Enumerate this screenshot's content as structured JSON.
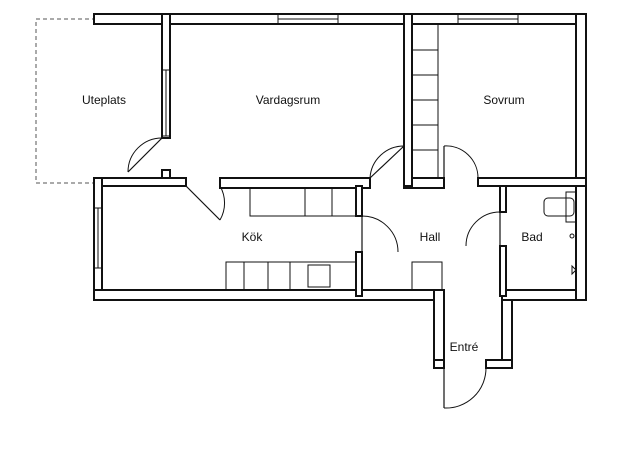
{
  "rooms": {
    "uteplats": "Uteplats",
    "vardagsrum": "Vardagsrum",
    "sovrum": "Sovrum",
    "kok": "Kök",
    "hall": "Hall",
    "bad": "Bad",
    "entre": "Entré"
  }
}
